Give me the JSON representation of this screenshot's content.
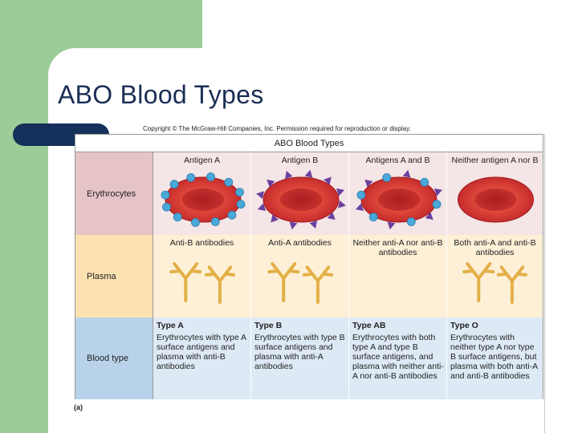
{
  "slide": {
    "title": "ABO Blood Types",
    "copyright": "Copyright © The McGraw-Hill Companies, Inc. Permission required for reproduction or display."
  },
  "figure": {
    "header": "ABO Blood Types",
    "rows": {
      "erythrocytes": "Erythrocytes",
      "plasma": "Plasma",
      "blood_type": "Blood type"
    },
    "columns": [
      {
        "antigen": "Antigen A",
        "antibodies": "Anti-B antibodies",
        "type": "Type A",
        "description": "Erythrocytes with type A surface antigens and plasma with anti-B antibodies"
      },
      {
        "antigen": "Antigen B",
        "antibodies": "Anti-A antibodies",
        "type": "Type B",
        "description": "Erythrocytes with type B surface antigens and plasma with anti-A antibodies"
      },
      {
        "antigen": "Antigens A and B",
        "antibodies": "Neither anti-A nor anti-B antibodies",
        "type": "Type AB",
        "description": "Erythrocytes with both type A and type B surface antigens, and plasma with neither anti-A nor anti-B antibodies"
      },
      {
        "antigen": "Neither antigen A nor B",
        "antibodies": "Both anti-A and anti-B antibodies",
        "type": "Type O",
        "description": "Erythrocytes with neither type A nor type B surface antigens, but plasma with both anti-A and anti-B antibodies"
      }
    ],
    "part_label": "(a)"
  },
  "colors": {
    "green": "#9ccc98",
    "navy": "#15305a",
    "title": "#1a2e55",
    "cell_red": "#c1262a",
    "antigen_a": "#4aa8d8",
    "antigen_b": "#6b3fa0",
    "antibody": "#e3b048"
  }
}
